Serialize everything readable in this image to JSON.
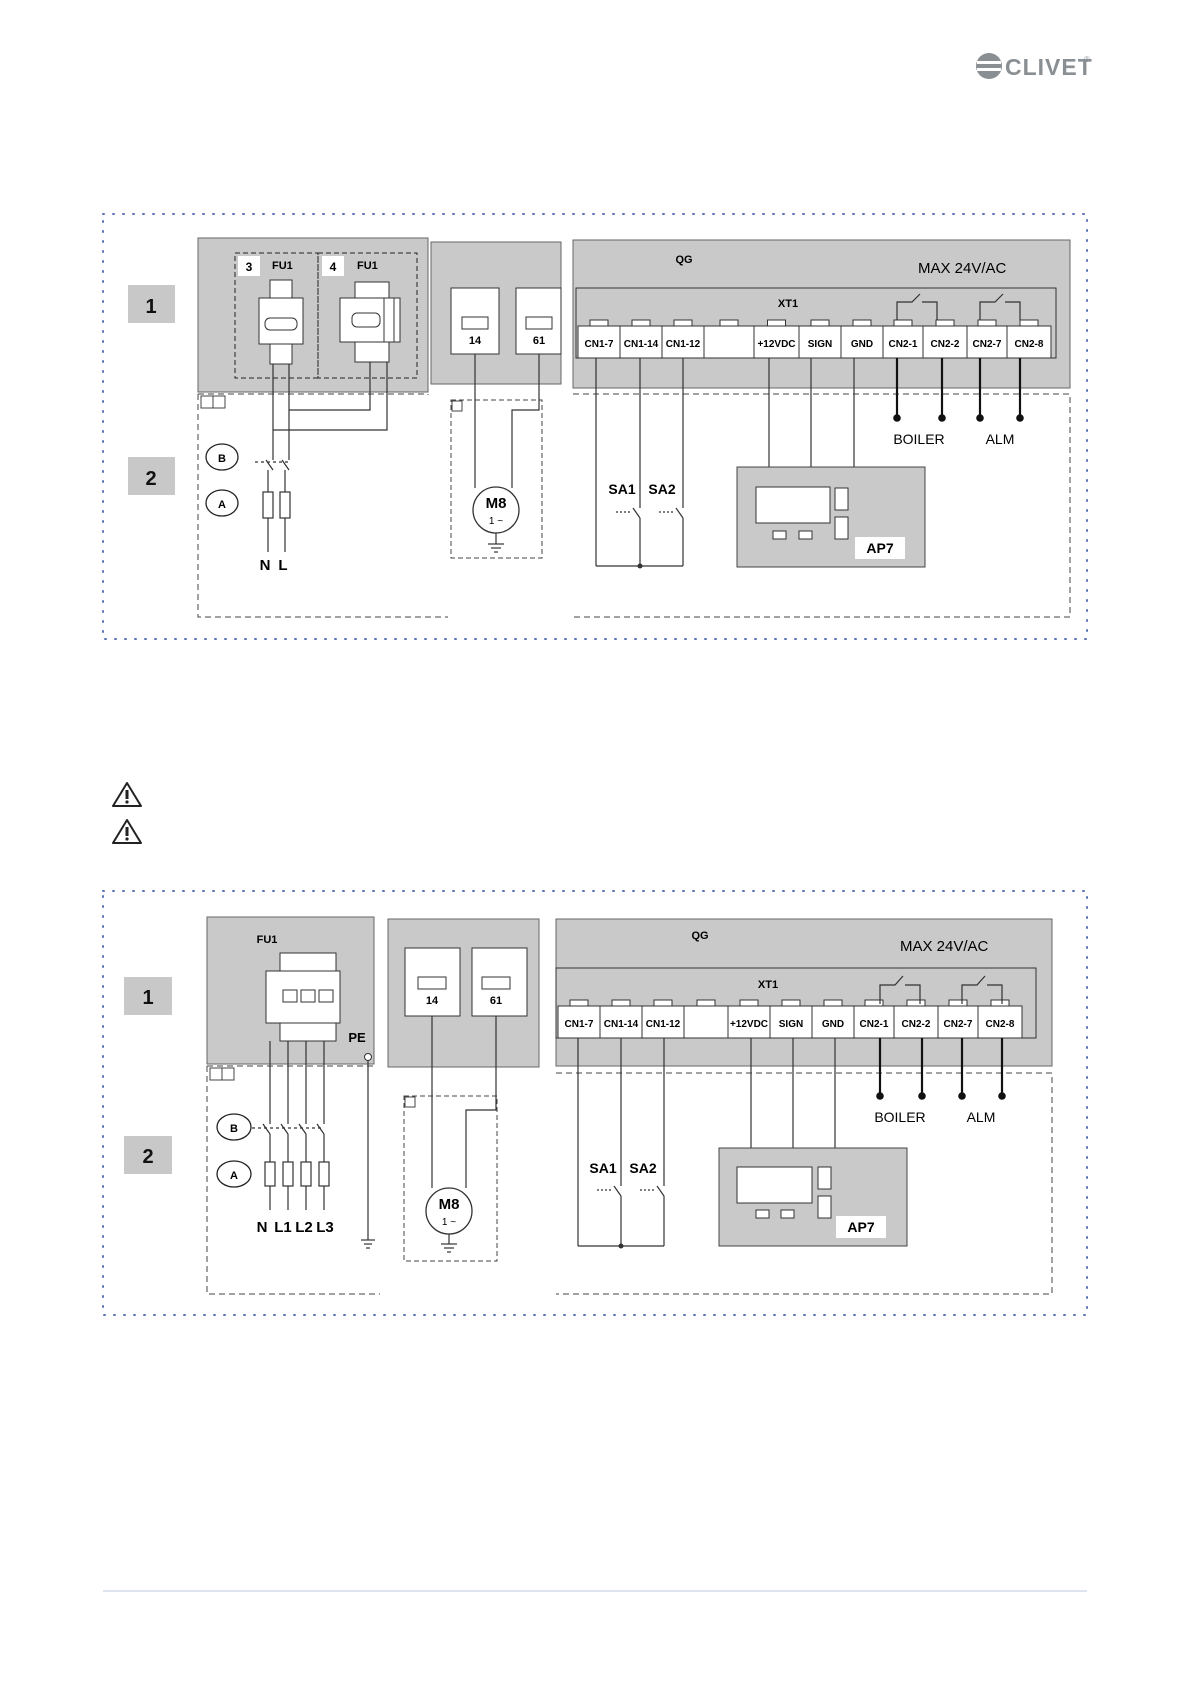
{
  "brand": {
    "logo_text": "CLIVET",
    "trademark": "®"
  },
  "diagram1": {
    "row_labels": [
      "1",
      "2"
    ],
    "fu_box_labels": [
      "3",
      "4"
    ],
    "fu_label": "FU1",
    "module_terminals": [
      "14",
      "61"
    ],
    "qg_label": "QG",
    "max_label": "MAX 24V/AC",
    "xt_label": "XT1",
    "terminals": [
      "CN1-7",
      "CN1-14",
      "CN1-12",
      "",
      "+12VDC",
      "SIGN",
      "GND",
      "CN2-1",
      "CN2-2",
      "CN2-7",
      "CN2-8"
    ],
    "boiler_label": "BOILER",
    "alarm_label": "ALM",
    "sa_labels": [
      "SA1",
      "SA2"
    ],
    "ap_label": "AP7",
    "motor_label": "M8",
    "motor_sub": "1 ~",
    "circle_labels": [
      "B",
      "A"
    ],
    "line_labels": [
      "N",
      "L"
    ]
  },
  "warnings": {
    "icon": "warning-triangle-icon",
    "count": 2
  },
  "diagram2": {
    "row_labels": [
      "1",
      "2"
    ],
    "fu_label": "FU1",
    "pe_label": "PE",
    "module_terminals": [
      "14",
      "61"
    ],
    "qg_label": "QG",
    "max_label": "MAX 24V/AC",
    "xt_label": "XT1",
    "terminals": [
      "CN1-7",
      "CN1-14",
      "CN1-12",
      "",
      "+12VDC",
      "SIGN",
      "GND",
      "CN2-1",
      "CN2-2",
      "CN2-7",
      "CN2-8"
    ],
    "boiler_label": "BOILER",
    "alarm_label": "ALM",
    "sa_labels": [
      "SA1",
      "SA2"
    ],
    "ap_label": "AP7",
    "motor_label": "M8",
    "motor_sub": "1 ~",
    "circle_labels": [
      "B",
      "A"
    ],
    "line_labels": [
      "N",
      "L1",
      "L2",
      "L3"
    ]
  },
  "colors": {
    "panel": "#c9c9c9",
    "label_box": "#c8c8c8",
    "dots": "#5a74b8",
    "line": "#333333",
    "logo": "#8a8f94"
  }
}
